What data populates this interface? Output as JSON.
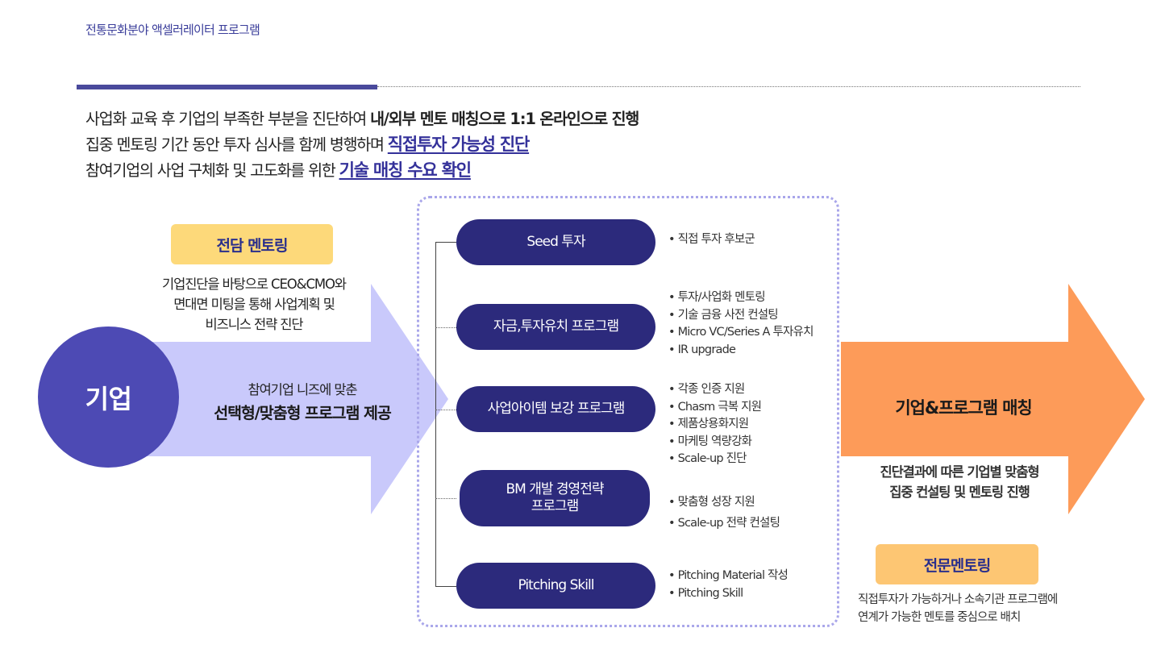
{
  "header": {
    "title": "전통문화분야 액셀러레이터 프로그램"
  },
  "intro": {
    "line1_normal": "사업화 교육 후 기업의 부족한 부분을 진단하여 ",
    "line1_bold": "내/외부 멘토 매칭으로 1:1 온라인으로 진행",
    "line2_normal": "집중 멘토링 기간 동안 투자 심사를 함께 병행하며 ",
    "line2_highlight": "직접투자 가능성  진단",
    "line3_normal": "참여기업의 사업 구체화 및 고도화를 위한 ",
    "line3_highlight": "기술 매칭 수요 확인"
  },
  "left": {
    "circle_label": "기업",
    "badge_label": "전담 멘토링",
    "desc_lines": [
      "기업진단을 바탕으로 CEO&CMO와",
      "면대면 미팅을 통해 사업계획 및",
      "비즈니스 전략 진단"
    ],
    "arrow_sub": "참여기업 니즈에 맞춘",
    "arrow_bold": "선택형/맞춤형 프로그램 제공"
  },
  "programs": [
    {
      "name": "Seed 투자",
      "bullets": [
        "직접 투자 후보군"
      ]
    },
    {
      "name": "자금,투자유치 프로그램",
      "bullets": [
        "투자/사업화 멘토링",
        "기술 금융 사전 컨설팅",
        "Micro VC/Series A 투자유치",
        "IR upgrade"
      ]
    },
    {
      "name": "사업아이템 보강 프로그램",
      "bullets": [
        "각종 인증 지원",
        "Chasm 극복 지원",
        "제품상용화지원",
        "마케팅 역량강화",
        "Scale-up 진단"
      ]
    },
    {
      "name_line1": "BM 개발 경영전략",
      "name_line2": "프로그램",
      "bullets": [
        "맞춤형 성장 지원",
        "Scale-up 전략 컨설팅"
      ]
    },
    {
      "name": "Pitching Skill",
      "bullets": [
        "Pitching Material 작성",
        "Pitching Skill"
      ]
    }
  ],
  "right": {
    "arrow_title": "기업&프로그램 매칭",
    "desc_lines": [
      "진단결과에 따른 기업별 맞춤형",
      "집중 컨설팅 및 멘토링 진행"
    ],
    "badge_label": "전문멘토링",
    "foot_lines": [
      "직접투자가 가능하거나 소속기관 프로그램에",
      "연계가 가능한 멘토를 중심으로 배치"
    ]
  },
  "colors": {
    "navy": "#2c2a7c",
    "purple": "#4d4ab4",
    "lavender_arrow": "#c9c9fb",
    "orange_arrow": "#fd9b59",
    "badge_yellow": "#fdd97a",
    "highlight_text": "#34319a"
  }
}
